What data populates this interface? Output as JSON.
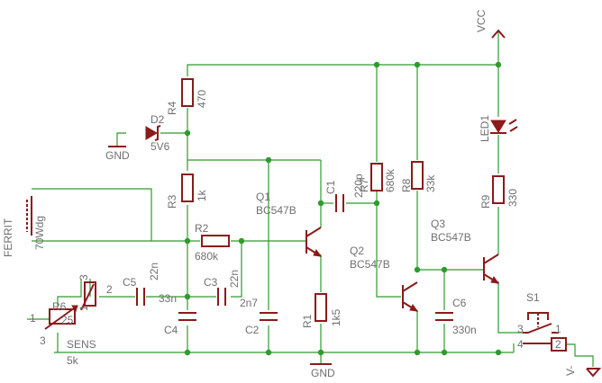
{
  "parts": {
    "vcc": "VCC",
    "gnd_left": "GND",
    "gnd_bottom": "GND",
    "vminus": "V-",
    "r4": {
      "name": "R4",
      "value": "470"
    },
    "d2": {
      "name": "D2",
      "value": "5V6"
    },
    "r3": {
      "name": "R3",
      "value": "1k"
    },
    "r2": {
      "name": "R2",
      "value": "680k"
    },
    "c2": {
      "name": "C2",
      "value": "2n7"
    },
    "c3": {
      "name": "C3",
      "value": "22n"
    },
    "c4": {
      "name": "C4",
      "value": "33n"
    },
    "c5": {
      "name": "C5",
      "value": "22n"
    },
    "c1": {
      "name": "C1",
      "value": "220p"
    },
    "c6": {
      "name": "C6",
      "value": "330n"
    },
    "r1": {
      "name": "R1",
      "value": "1k5"
    },
    "r7": {
      "name": "R7",
      "value": "680k"
    },
    "r8": {
      "name": "R8",
      "value": "33k"
    },
    "r9": {
      "name": "R9",
      "value": "330"
    },
    "r6": {
      "name": "R6",
      "sub": "25",
      "value": "5k",
      "label": "SENS"
    },
    "q1": {
      "name": "Q1",
      "value": "BC547B"
    },
    "q2": {
      "name": "Q2",
      "value": "BC547B"
    },
    "q3": {
      "name": "Q3",
      "value": "BC547B"
    },
    "led1": {
      "name": "LED1"
    },
    "s1": {
      "name": "S1"
    },
    "ferrite": {
      "name": "FERRIT",
      "value": "70Wdg"
    }
  },
  "pins": {
    "p1": "1",
    "p2": "2",
    "p3": "3",
    "p4": "4"
  }
}
